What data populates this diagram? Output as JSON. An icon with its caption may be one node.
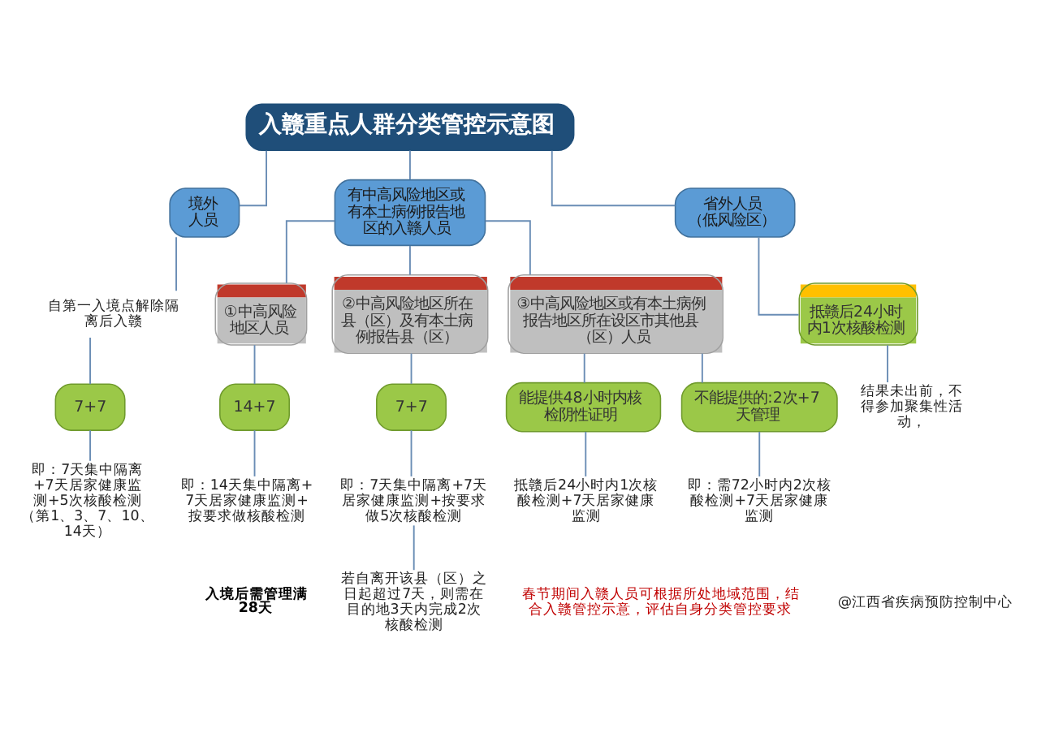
{
  "diagram": {
    "nodes": [
      {
        "text": [
          "入赣重点人群分类管控示意图"
        ]
      },
      {
        "text": [
          "境外人员"
        ]
      },
      {
        "text": [
          "有中高风险地区或有本土病例报告地区的入赣人员"
        ]
      },
      {
        "text": [
          "省外人员（低风险区）"
        ]
      },
      {
        "text": [
          "自第一入境点解除隔离后入赣"
        ]
      },
      {
        "text": [
          "7+7"
        ]
      },
      {
        "text": [
          "即：7天集中隔离+7天居家健康监测+5次核酸检测（第1、3、7、10、14天）"
        ]
      },
      {
        "text": [
          "①中高风险地区人员"
        ]
      },
      {
        "text": [
          "14+7"
        ]
      },
      {
        "text": [
          "即：14天集中隔离+7天居家健康监测+按要求做核酸检测"
        ]
      },
      {
        "text": [
          "②中高风险地区所在县（区）及有本土病例报告县（区）"
        ]
      },
      {
        "text": [
          "7+7"
        ]
      },
      {
        "text": [
          "即：7天集中隔离+7天居家健康监测+按要求做5次核酸检测"
        ]
      },
      {
        "text": [
          "若自离开该县（区）之日起超过7天，则需在目的地3天内完成2次核酸检测"
        ]
      },
      {
        "text": [
          "③中高风险地区或有本土病例报告地区所在设区市其他县（区）人员"
        ]
      },
      {
        "text": [
          "能提供48小时内核检阴性证明"
        ]
      },
      {
        "text": [
          "不能提供的:2次+7天管理"
        ]
      },
      {
        "text": [
          "抵赣后24小时内1次核酸检测+7天居家健康监测"
        ]
      },
      {
        "text": [
          "即：需72小时内2次核酸检测+7天居家健康监测"
        ]
      },
      {
        "text": [
          "抵赣后24小时内1次核酸检测"
        ]
      },
      {
        "text": [
          "结果未出前，不得参加聚集性活动，"
        ]
      }
    ],
    "edges": [
      {
        "from": 0,
        "to": 1,
        "arrow": "none"
      },
      {
        "from": 0,
        "to": 2,
        "arrow": "none"
      },
      {
        "from": 0,
        "to": 3,
        "arrow": "none"
      },
      {
        "from": 1,
        "to": 4,
        "arrow": "none"
      },
      {
        "from": 4,
        "to": 5,
        "arrow": "none"
      },
      {
        "from": 5,
        "to": 6,
        "arrow": "none"
      },
      {
        "from": 2,
        "to": 7,
        "arrow": "none"
      },
      {
        "from": 2,
        "to": 10,
        "arrow": "none"
      },
      {
        "from": 2,
        "to": 14,
        "arrow": "none"
      },
      {
        "from": 7,
        "to": 8,
        "arrow": "none"
      },
      {
        "from": 8,
        "to": 9,
        "arrow": "none"
      },
      {
        "from": 10,
        "to": 11,
        "arrow": "none"
      },
      {
        "from": 11,
        "to": 12,
        "arrow": "none"
      },
      {
        "from": 12,
        "to": 13,
        "arrow": "none"
      },
      {
        "from": 14,
        "to": 15,
        "arrow": "none"
      },
      {
        "from": 14,
        "to": 16,
        "arrow": "none"
      },
      {
        "from": 15,
        "to": 17,
        "arrow": "none"
      },
      {
        "from": 16,
        "to": 18,
        "arrow": "none"
      },
      {
        "from": 3,
        "to": 19,
        "arrow": "none"
      },
      {
        "from": 19,
        "to": 20,
        "arrow": "none"
      }
    ],
    "labels": [
      "入境后需管理满28天",
      "春节期间入赣人员可根据所处地域范围，结合入赣管控示意，评估自身分类管控要求",
      "@江西省疾病预防控制中心"
    ]
  }
}
